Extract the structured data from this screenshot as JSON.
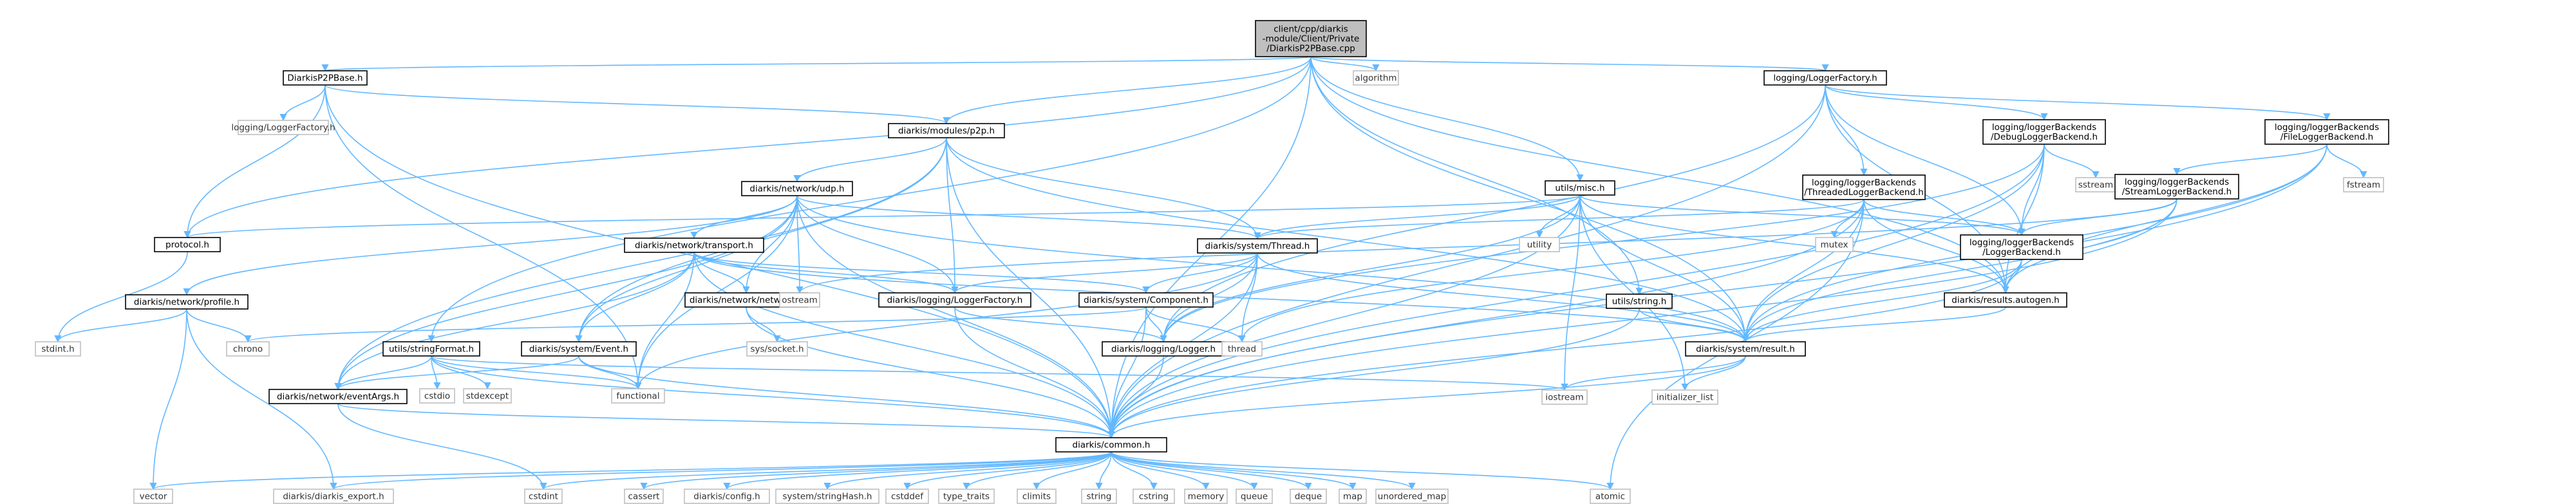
{
  "graph": {
    "colors": {
      "edge": "#63b8ff",
      "root_fill": "#bfbfbf",
      "node_border": "#000000",
      "external_border": "#bfbfbf"
    },
    "nodes": [
      {
        "id": "root",
        "label": [
          "client/cpp/diarkis",
          "-module/Client/Private",
          "/DiarkisP2PBase.cpp"
        ],
        "kind": "root"
      },
      {
        "id": "P2PBase_h",
        "label": [
          "DiarkisP2PBase.h"
        ],
        "kind": "internal"
      },
      {
        "id": "LoggerFactory_ext",
        "label": [
          "logging/LoggerFactory.h"
        ],
        "kind": "external"
      },
      {
        "id": "p2p_h",
        "label": [
          "diarkis/modules/p2p.h"
        ],
        "kind": "internal"
      },
      {
        "id": "LoggerFactory_h",
        "label": [
          "logging/LoggerFactory.h"
        ],
        "kind": "internal"
      },
      {
        "id": "algorithm",
        "label": [
          "algorithm"
        ],
        "kind": "external"
      },
      {
        "id": "DebugLB",
        "label": [
          "logging/loggerBackends",
          "/DebugLoggerBackend.h"
        ],
        "kind": "internal"
      },
      {
        "id": "FileLB",
        "label": [
          "logging/loggerBackends",
          "/FileLoggerBackend.h"
        ],
        "kind": "internal"
      },
      {
        "id": "sstream",
        "label": [
          "sstream"
        ],
        "kind": "external"
      },
      {
        "id": "fstream",
        "label": [
          "fstream"
        ],
        "kind": "external"
      },
      {
        "id": "StreamLB",
        "label": [
          "logging/loggerBackends",
          "/StreamLoggerBackend.h"
        ],
        "kind": "internal"
      },
      {
        "id": "ThreadedLB",
        "label": [
          "logging/loggerBackends",
          "/ThreadedLoggerBackend.h"
        ],
        "kind": "internal"
      },
      {
        "id": "udp_h",
        "label": [
          "diarkis/network/udp.h"
        ],
        "kind": "internal"
      },
      {
        "id": "misc_h",
        "label": [
          "utils/misc.h"
        ],
        "kind": "internal"
      },
      {
        "id": "protocol_h",
        "label": [
          "protocol.h"
        ],
        "kind": "internal"
      },
      {
        "id": "utility",
        "label": [
          "utility"
        ],
        "kind": "external"
      },
      {
        "id": "mutex",
        "label": [
          "mutex"
        ],
        "kind": "external"
      },
      {
        "id": "LoggerBackend",
        "label": [
          "logging/loggerBackends",
          "/LoggerBackend.h"
        ],
        "kind": "internal"
      },
      {
        "id": "Thread_h",
        "label": [
          "diarkis/system/Thread.h"
        ],
        "kind": "internal"
      },
      {
        "id": "transport_h",
        "label": [
          "diarkis/network/transport.h"
        ],
        "kind": "internal"
      },
      {
        "id": "profile_h",
        "label": [
          "diarkis/network/profile.h"
        ],
        "kind": "internal"
      },
      {
        "id": "network_h",
        "label": [
          "diarkis/network/network.h"
        ],
        "kind": "internal"
      },
      {
        "id": "ostream",
        "label": [
          "ostream"
        ],
        "kind": "external"
      },
      {
        "id": "LLoggerFactory_h",
        "label": [
          "diarkis/logging/LoggerFactory.h"
        ],
        "kind": "internal"
      },
      {
        "id": "Component_h",
        "label": [
          "diarkis/system/Component.h"
        ],
        "kind": "internal"
      },
      {
        "id": "results_h",
        "label": [
          "diarkis/results.autogen.h"
        ],
        "kind": "internal"
      },
      {
        "id": "string_h",
        "label": [
          "utils/string.h"
        ],
        "kind": "internal"
      },
      {
        "id": "stdint_h",
        "label": [
          "stdint.h"
        ],
        "kind": "external"
      },
      {
        "id": "chrono",
        "label": [
          "chrono"
        ],
        "kind": "external"
      },
      {
        "id": "socket_h",
        "label": [
          "sys/socket.h"
        ],
        "kind": "external"
      },
      {
        "id": "stringFormat_h",
        "label": [
          "utils/stringFormat.h"
        ],
        "kind": "internal"
      },
      {
        "id": "Event_h",
        "label": [
          "diarkis/system/Event.h"
        ],
        "kind": "internal"
      },
      {
        "id": "Logger_h",
        "label": [
          "diarkis/logging/Logger.h"
        ],
        "kind": "internal"
      },
      {
        "id": "thread",
        "label": [
          "thread"
        ],
        "kind": "external"
      },
      {
        "id": "result_h",
        "label": [
          "diarkis/system/result.h"
        ],
        "kind": "internal"
      },
      {
        "id": "cstdio",
        "label": [
          "cstdio"
        ],
        "kind": "external"
      },
      {
        "id": "stdexcept",
        "label": [
          "stdexcept"
        ],
        "kind": "external"
      },
      {
        "id": "functional",
        "label": [
          "functional"
        ],
        "kind": "external"
      },
      {
        "id": "eventArgs_h",
        "label": [
          "diarkis/network/eventArgs.h"
        ],
        "kind": "internal"
      },
      {
        "id": "iostream",
        "label": [
          "iostream"
        ],
        "kind": "external"
      },
      {
        "id": "init_list",
        "label": [
          "initializer_list"
        ],
        "kind": "external"
      },
      {
        "id": "common_h",
        "label": [
          "diarkis/common.h"
        ],
        "kind": "internal"
      },
      {
        "id": "vector",
        "label": [
          "vector"
        ],
        "kind": "external"
      },
      {
        "id": "export_h",
        "label": [
          "diarkis/diarkis_export.h"
        ],
        "kind": "external"
      },
      {
        "id": "cstdint",
        "label": [
          "cstdint"
        ],
        "kind": "external"
      },
      {
        "id": "cassert",
        "label": [
          "cassert"
        ],
        "kind": "external"
      },
      {
        "id": "config_h",
        "label": [
          "diarkis/config.h"
        ],
        "kind": "external"
      },
      {
        "id": "stringHash_h",
        "label": [
          "system/stringHash.h"
        ],
        "kind": "external"
      },
      {
        "id": "cstddef",
        "label": [
          "cstddef"
        ],
        "kind": "external"
      },
      {
        "id": "type_traits",
        "label": [
          "type_traits"
        ],
        "kind": "external"
      },
      {
        "id": "climits",
        "label": [
          "climits"
        ],
        "kind": "external"
      },
      {
        "id": "string",
        "label": [
          "string"
        ],
        "kind": "external"
      },
      {
        "id": "cstring",
        "label": [
          "cstring"
        ],
        "kind": "external"
      },
      {
        "id": "memory",
        "label": [
          "memory"
        ],
        "kind": "external"
      },
      {
        "id": "queue",
        "label": [
          "queue"
        ],
        "kind": "external"
      },
      {
        "id": "deque",
        "label": [
          "deque"
        ],
        "kind": "external"
      },
      {
        "id": "map",
        "label": [
          "map"
        ],
        "kind": "external"
      },
      {
        "id": "unordered_map",
        "label": [
          "unordered_map"
        ],
        "kind": "external"
      },
      {
        "id": "atomic",
        "label": [
          "atomic"
        ],
        "kind": "external"
      }
    ],
    "edges": [
      [
        "root",
        "P2PBase_h"
      ],
      [
        "root",
        "p2p_h"
      ],
      [
        "root",
        "LoggerFactory_h"
      ],
      [
        "root",
        "algorithm"
      ],
      [
        "root",
        "protocol_h"
      ],
      [
        "root",
        "misc_h"
      ],
      [
        "root",
        "string_h"
      ],
      [
        "root",
        "stringFormat_h"
      ],
      [
        "root",
        "common_h"
      ],
      [
        "root",
        "results_h"
      ],
      [
        "root",
        "result_h"
      ],
      [
        "P2PBase_h",
        "LoggerFactory_ext"
      ],
      [
        "P2PBase_h",
        "p2p_h"
      ],
      [
        "P2PBase_h",
        "protocol_h"
      ],
      [
        "P2PBase_h",
        "functional"
      ],
      [
        "P2PBase_h",
        "common_h"
      ],
      [
        "p2p_h",
        "udp_h"
      ],
      [
        "p2p_h",
        "LLoggerFactory_h"
      ],
      [
        "p2p_h",
        "Thread_h"
      ],
      [
        "p2p_h",
        "Event_h"
      ],
      [
        "p2p_h",
        "eventArgs_h"
      ],
      [
        "p2p_h",
        "result_h"
      ],
      [
        "p2p_h",
        "common_h"
      ],
      [
        "LoggerFactory_h",
        "DebugLB"
      ],
      [
        "LoggerFactory_h",
        "FileLB"
      ],
      [
        "LoggerFactory_h",
        "ThreadedLB"
      ],
      [
        "LoggerFactory_h",
        "LoggerBackend"
      ],
      [
        "LoggerFactory_h",
        "Logger_h"
      ],
      [
        "LoggerFactory_h",
        "results_h"
      ],
      [
        "LoggerFactory_h",
        "common_h"
      ],
      [
        "DebugLB",
        "sstream"
      ],
      [
        "DebugLB",
        "LoggerBackend"
      ],
      [
        "DebugLB",
        "results_h"
      ],
      [
        "DebugLB",
        "result_h"
      ],
      [
        "DebugLB",
        "Logger_h"
      ],
      [
        "DebugLB",
        "common_h"
      ],
      [
        "FileLB",
        "fstream"
      ],
      [
        "FileLB",
        "StreamLB"
      ],
      [
        "FileLB",
        "results_h"
      ],
      [
        "FileLB",
        "result_h"
      ],
      [
        "FileLB",
        "common_h"
      ],
      [
        "StreamLB",
        "LoggerBackend"
      ],
      [
        "StreamLB",
        "ostream"
      ],
      [
        "StreamLB",
        "results_h"
      ],
      [
        "StreamLB",
        "result_h"
      ],
      [
        "StreamLB",
        "common_h"
      ],
      [
        "ThreadedLB",
        "LoggerBackend"
      ],
      [
        "ThreadedLB",
        "mutex"
      ],
      [
        "ThreadedLB",
        "Thread_h"
      ],
      [
        "ThreadedLB",
        "thread"
      ],
      [
        "ThreadedLB",
        "results_h"
      ],
      [
        "ThreadedLB",
        "result_h"
      ],
      [
        "ThreadedLB",
        "atomic"
      ],
      [
        "ThreadedLB",
        "common_h"
      ],
      [
        "udp_h",
        "transport_h"
      ],
      [
        "udp_h",
        "profile_h"
      ],
      [
        "udp_h",
        "network_h"
      ],
      [
        "udp_h",
        "Thread_h"
      ],
      [
        "udp_h",
        "LLoggerFactory_h"
      ],
      [
        "udp_h",
        "Event_h"
      ],
      [
        "udp_h",
        "eventArgs_h"
      ],
      [
        "udp_h",
        "ostream"
      ],
      [
        "udp_h",
        "functional"
      ],
      [
        "udp_h",
        "result_h"
      ],
      [
        "udp_h",
        "common_h"
      ],
      [
        "misc_h",
        "protocol_h"
      ],
      [
        "misc_h",
        "utility"
      ],
      [
        "misc_h",
        "LoggerBackend"
      ],
      [
        "misc_h",
        "Thread_h"
      ],
      [
        "misc_h",
        "results_h"
      ],
      [
        "misc_h",
        "iostream"
      ],
      [
        "misc_h",
        "init_list"
      ],
      [
        "misc_h",
        "result_h"
      ],
      [
        "misc_h",
        "Logger_h"
      ],
      [
        "misc_h",
        "common_h"
      ],
      [
        "protocol_h",
        "stdint_h"
      ],
      [
        "LoggerBackend",
        "results_h"
      ],
      [
        "LoggerBackend",
        "result_h"
      ],
      [
        "LoggerBackend",
        "common_h"
      ],
      [
        "Thread_h",
        "LLoggerFactory_h"
      ],
      [
        "Thread_h",
        "Component_h"
      ],
      [
        "Thread_h",
        "Logger_h"
      ],
      [
        "Thread_h",
        "thread"
      ],
      [
        "Thread_h",
        "result_h"
      ],
      [
        "Thread_h",
        "functional"
      ],
      [
        "Thread_h",
        "common_h"
      ],
      [
        "transport_h",
        "network_h"
      ],
      [
        "transport_h",
        "LLoggerFactory_h"
      ],
      [
        "transport_h",
        "Component_h"
      ],
      [
        "transport_h",
        "Event_h"
      ],
      [
        "transport_h",
        "eventArgs_h"
      ],
      [
        "transport_h",
        "functional"
      ],
      [
        "transport_h",
        "result_h"
      ],
      [
        "transport_h",
        "common_h"
      ],
      [
        "profile_h",
        "stdint_h"
      ],
      [
        "profile_h",
        "chrono"
      ],
      [
        "profile_h",
        "vector"
      ],
      [
        "profile_h",
        "export_h"
      ],
      [
        "network_h",
        "socket_h"
      ],
      [
        "network_h",
        "common_h"
      ],
      [
        "LLoggerFactory_h",
        "Logger_h"
      ],
      [
        "LLoggerFactory_h",
        "common_h"
      ],
      [
        "Component_h",
        "chrono"
      ],
      [
        "Component_h",
        "Logger_h"
      ],
      [
        "Component_h",
        "thread"
      ],
      [
        "Component_h",
        "common_h"
      ],
      [
        "results_h",
        "result_h"
      ],
      [
        "string_h",
        "result_h"
      ],
      [
        "string_h",
        "common_h"
      ],
      [
        "stringFormat_h",
        "cstdio"
      ],
      [
        "stringFormat_h",
        "stdexcept"
      ],
      [
        "stringFormat_h",
        "functional"
      ],
      [
        "stringFormat_h",
        "eventArgs_h"
      ],
      [
        "stringFormat_h",
        "iostream"
      ],
      [
        "stringFormat_h",
        "common_h"
      ],
      [
        "Event_h",
        "functional"
      ],
      [
        "Event_h",
        "eventArgs_h"
      ],
      [
        "Event_h",
        "common_h"
      ],
      [
        "Logger_h",
        "common_h"
      ],
      [
        "result_h",
        "iostream"
      ],
      [
        "result_h",
        "init_list"
      ],
      [
        "result_h",
        "common_h"
      ],
      [
        "eventArgs_h",
        "cstdint"
      ],
      [
        "eventArgs_h",
        "common_h"
      ],
      [
        "common_h",
        "vector"
      ],
      [
        "common_h",
        "export_h"
      ],
      [
        "common_h",
        "cstdint"
      ],
      [
        "common_h",
        "cassert"
      ],
      [
        "common_h",
        "config_h"
      ],
      [
        "common_h",
        "stringHash_h"
      ],
      [
        "common_h",
        "cstddef"
      ],
      [
        "common_h",
        "type_traits"
      ],
      [
        "common_h",
        "climits"
      ],
      [
        "common_h",
        "string"
      ],
      [
        "common_h",
        "cstring"
      ],
      [
        "common_h",
        "memory"
      ],
      [
        "common_h",
        "queue"
      ],
      [
        "common_h",
        "deque"
      ],
      [
        "common_h",
        "map"
      ],
      [
        "common_h",
        "unordered_map"
      ],
      [
        "common_h",
        "atomic"
      ]
    ]
  }
}
